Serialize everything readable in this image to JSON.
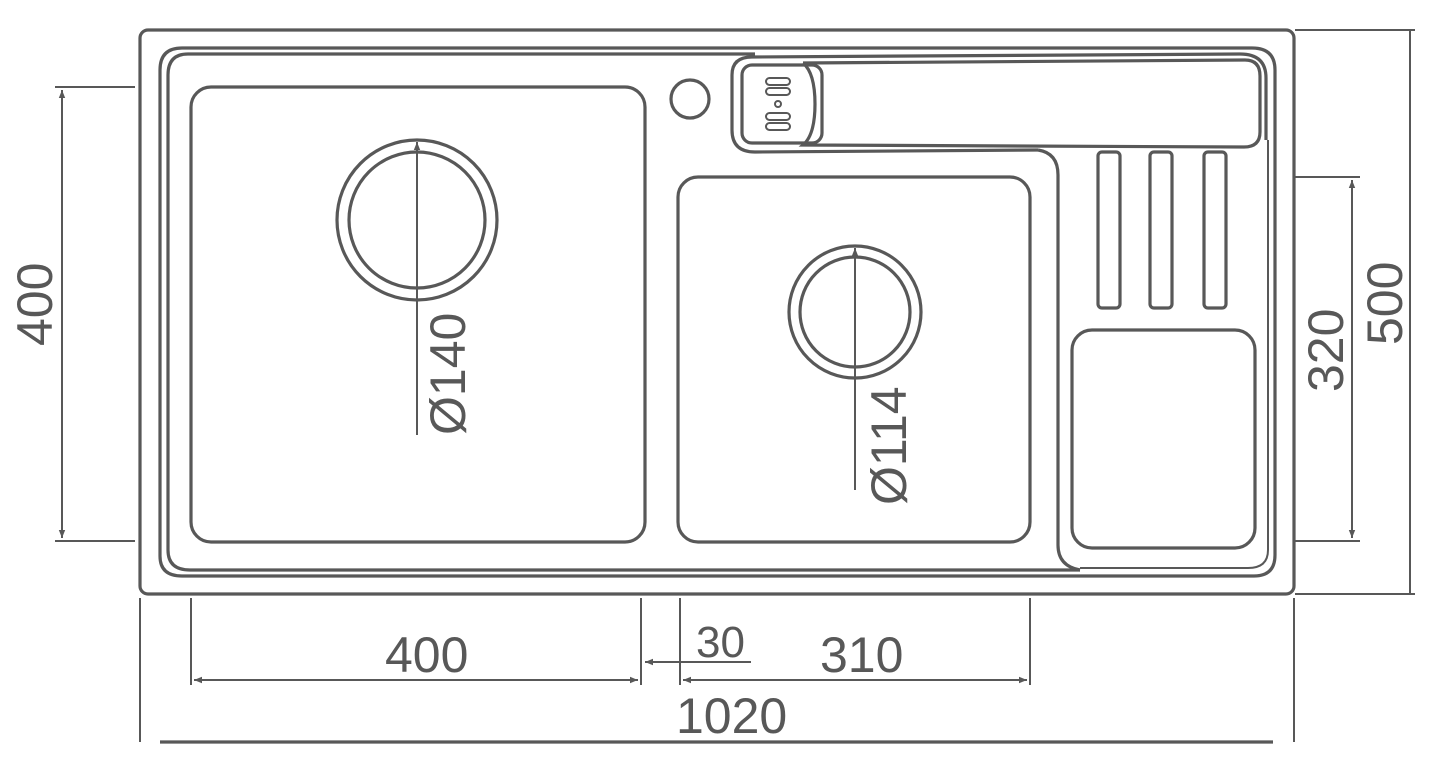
{
  "drawing": {
    "line_color": "#585858",
    "dimensions": {
      "overall_width": "1020",
      "overall_depth": "500",
      "left_bowl_width": "400",
      "left_bowl_depth": "400",
      "divider_width": "30",
      "right_bowl_width": "310",
      "right_bowl_depth": "320"
    },
    "drains": {
      "left_drain_diameter": "Ø140",
      "right_drain_diameter": "Ø114"
    }
  }
}
